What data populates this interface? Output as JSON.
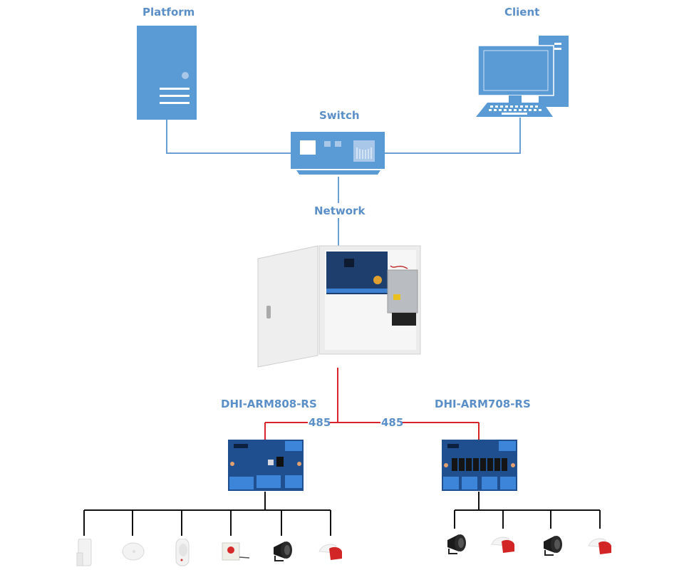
{
  "colors": {
    "network_line": "#6a9fd4",
    "icon_blue": "#5b9bd5",
    "label_blue": "#5b8fc7",
    "rs485_line": "#d9252a",
    "device_line": "#111111"
  },
  "nodes": {
    "platform": {
      "label": "Platform",
      "icon": "server-icon"
    },
    "client": {
      "label": "Client",
      "icon": "desktop-computer-icon"
    },
    "switch": {
      "label": "Switch",
      "icon": "network-switch-icon"
    },
    "network": {
      "label": "Network"
    },
    "main_panel": {
      "icon": "alarm-control-panel-icon"
    },
    "module_left": {
      "label": "DHI-ARM808-RS",
      "bus_label": "485",
      "icon": "expansion-module-icon"
    },
    "module_right": {
      "label": "DHI-ARM708-RS",
      "bus_label": "485",
      "icon": "relay-module-icon"
    }
  },
  "devices_left": [
    {
      "icon": "pir-detector-icon"
    },
    {
      "icon": "ceiling-detector-icon"
    },
    {
      "icon": "curtain-detector-icon"
    },
    {
      "icon": "panic-button-icon"
    },
    {
      "icon": "siren-icon"
    },
    {
      "icon": "strobe-siren-icon"
    }
  ],
  "devices_right": [
    {
      "icon": "siren-icon"
    },
    {
      "icon": "strobe-siren-icon"
    },
    {
      "icon": "siren-icon"
    },
    {
      "icon": "strobe-siren-icon"
    }
  ]
}
